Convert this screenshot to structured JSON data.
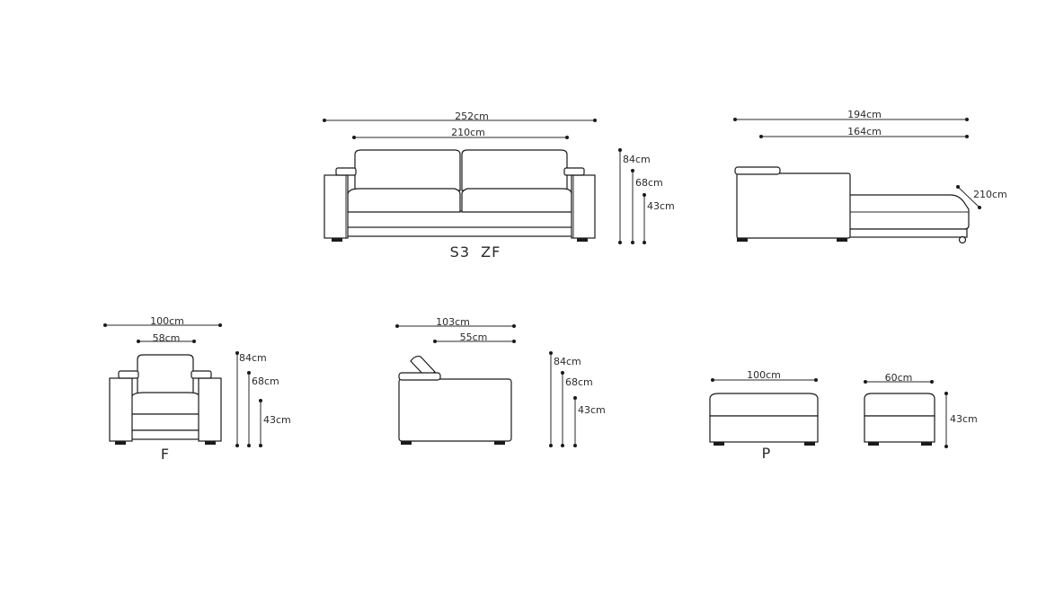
{
  "sofa_front": {
    "label": "S3  ZF",
    "width_total": "252cm",
    "width_seat": "210cm",
    "height_total": "84cm",
    "height_arm": "68cm",
    "height_seat": "43cm"
  },
  "sofa_side": {
    "depth_total": "194cm",
    "depth_body": "164cm",
    "length_bed": "210cm"
  },
  "armchair_front": {
    "label": "F",
    "width_total": "100cm",
    "width_seat": "58cm",
    "height_total": "84cm",
    "height_arm": "68cm",
    "height_seat": "43cm"
  },
  "armchair_side": {
    "depth_total": "103cm",
    "depth_seat": "55cm",
    "height_total": "84cm",
    "height_arm": "68cm",
    "height_seat": "43cm"
  },
  "pouf_front": {
    "label": "P",
    "width": "100cm"
  },
  "pouf_side": {
    "depth": "60cm",
    "height": "43cm"
  }
}
